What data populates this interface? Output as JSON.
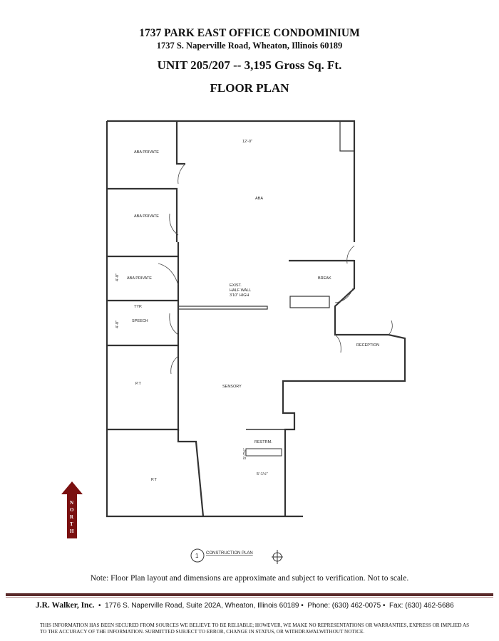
{
  "header": {
    "title": "1737 PARK EAST OFFICE CONDOMINIUM",
    "address": "1737 S. Naperville Road, Wheaton, Illinois 60189",
    "unit": "UNIT 205/207 -- 3,195 Gross Sq. Ft.",
    "subtitle": "FLOOR PLAN"
  },
  "plan": {
    "rooms": [
      "ABA PRIVATE",
      "ABA PRIVATE",
      "ABA PRIVATE",
      "SPEECH",
      "P.T",
      "P.T",
      "ABA",
      "BREAK",
      "RECEPTION",
      "SENSORY",
      "RESTRM."
    ],
    "half_wall_note": [
      "EXIST.",
      "HALF WALL",
      "3'10\" HIGH"
    ],
    "dimensions": [
      "12'-0\"",
      "5'-7½\"",
      "5'-1½\"",
      "4'-8\"",
      "4'-8\""
    ],
    "typ": "TYP.",
    "drawing_number": "1",
    "drawing_title": "CONSTRUCTION PLAN",
    "north_letters": [
      "N",
      "O",
      "R",
      "T",
      "H"
    ]
  },
  "note": "Note:  Floor Plan layout and dimensions are approximate and subject to verification.  Not to scale.",
  "footer": {
    "company": "J.R. Walker, Inc.",
    "address": "1776 S. Naperville Road, Suite 202A, Wheaton, Illinois 60189",
    "phone": "Phone: (630) 462-0075",
    "fax": "Fax: (630) 462-5686",
    "disclaimer": "This information has been secured from sources we believe to be reliable; however, we make no representations or warranties, express or implied as to the accuracy of the information.  Submitted subject to error, change in status, or withdrawalwithout notice."
  },
  "colors": {
    "rule": "#5a2a2a",
    "north_arrow": "#7a1010"
  }
}
